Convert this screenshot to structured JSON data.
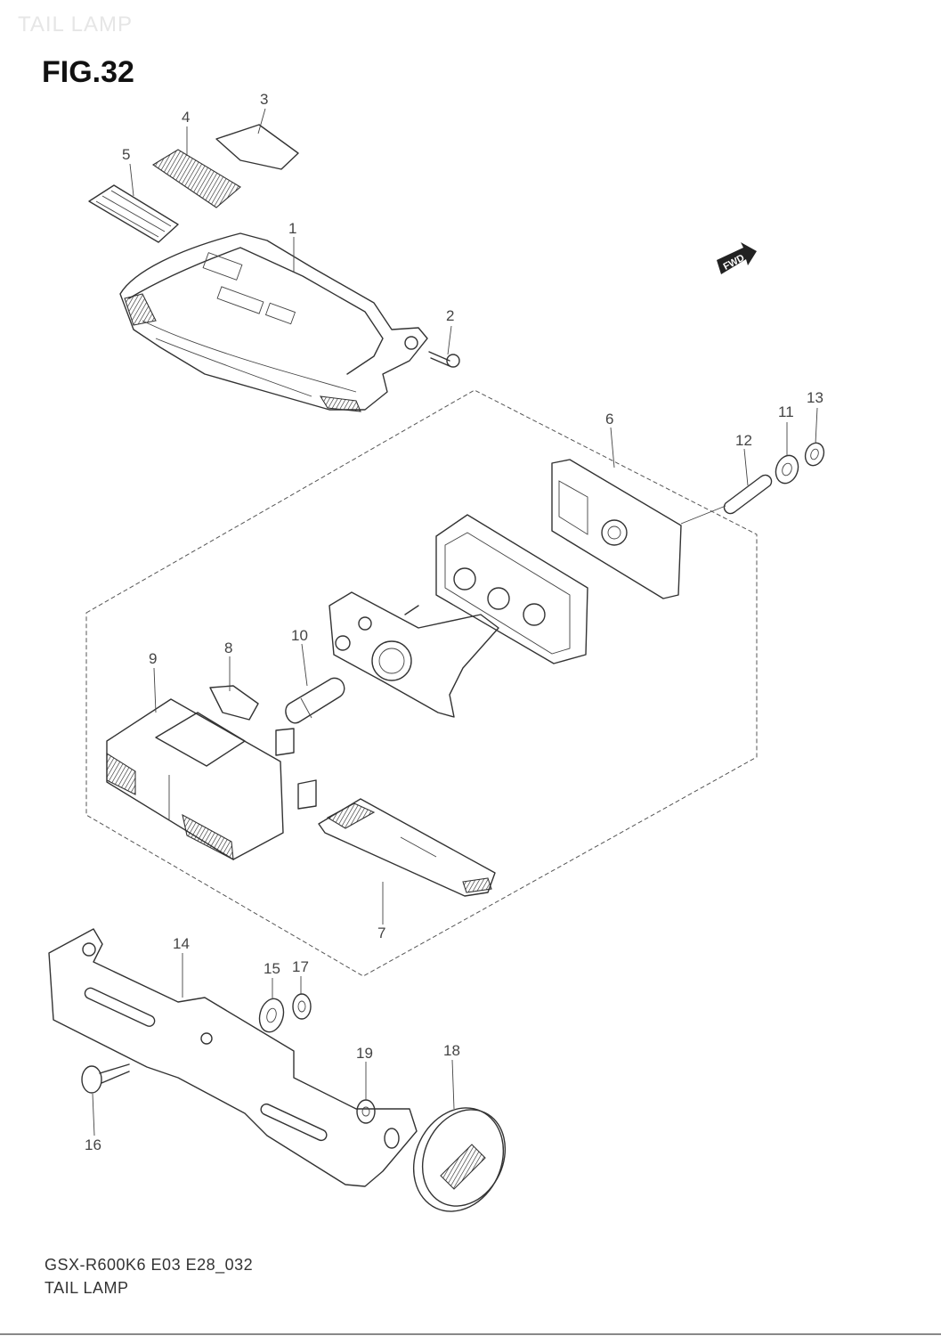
{
  "header": {
    "watermark": "TAIL LAMP",
    "figure_title": "FIG.32"
  },
  "diagram": {
    "direction_marker": "FWD",
    "callouts": [
      "1",
      "2",
      "3",
      "4",
      "5",
      "6",
      "7",
      "8",
      "9",
      "10",
      "11",
      "12",
      "13",
      "14",
      "15",
      "16",
      "17",
      "18",
      "19"
    ]
  },
  "footer": {
    "model_code": "GSX-R600K6 E03 E28_032",
    "section_name": "TAIL LAMP"
  }
}
